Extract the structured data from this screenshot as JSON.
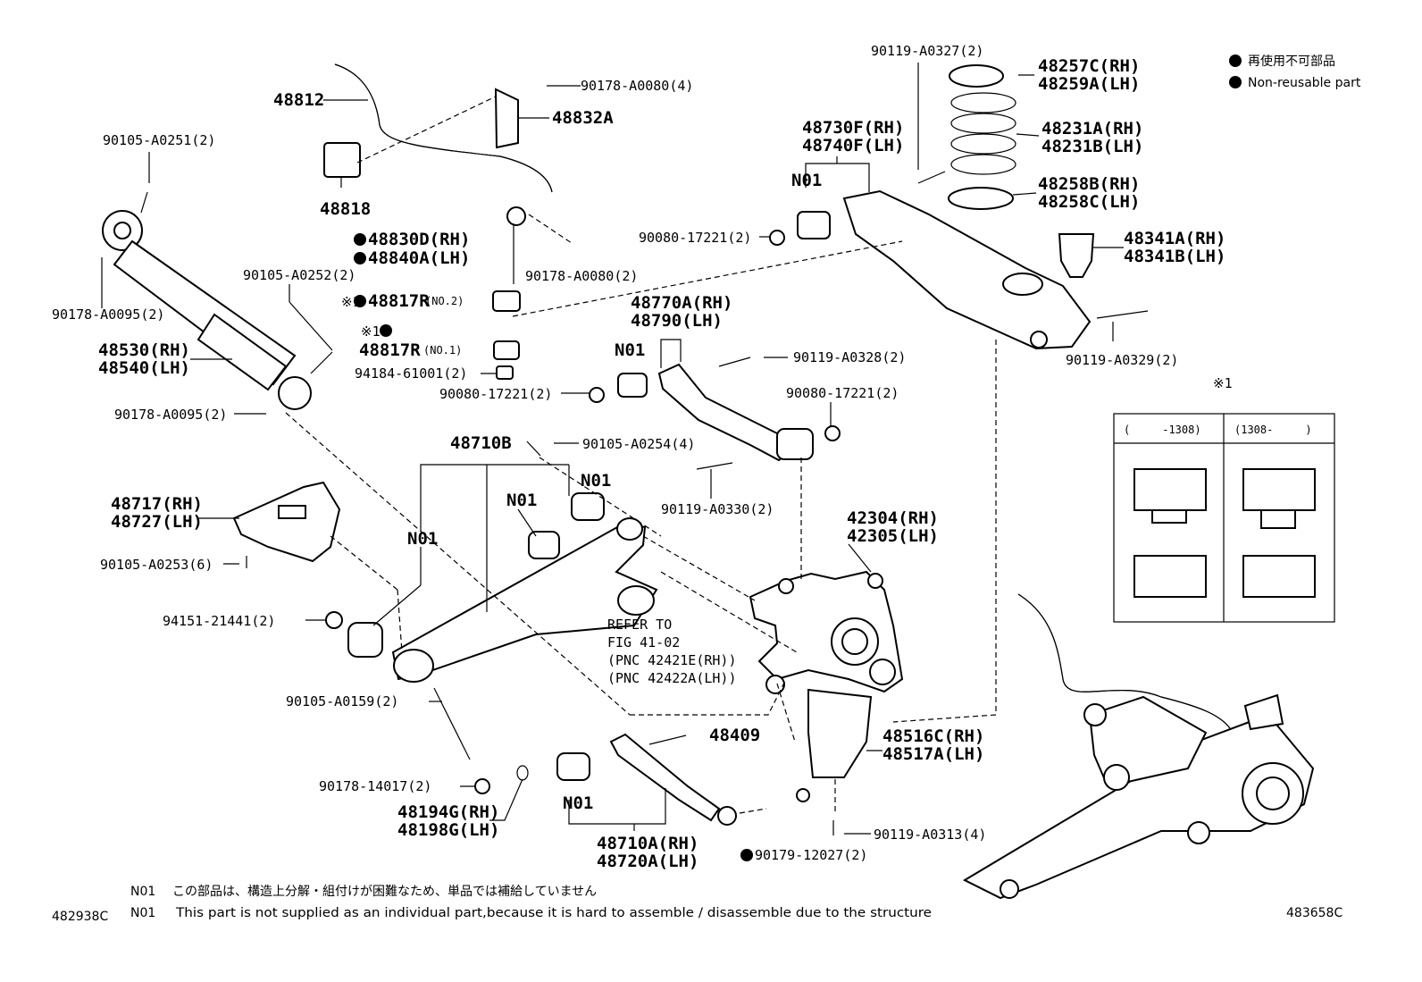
{
  "legend": {
    "jp": "再使用不可部品",
    "en": "Non-reusable part"
  },
  "parts": {
    "p90119_A0327": "90119-A0327(2)",
    "p48257C": "48257C(RH)",
    "p48259A": "48259A(LH)",
    "p48231A": "48231A(RH)",
    "p48231B": "48231B(LH)",
    "p48258B": "48258B(RH)",
    "p48258C": "48258C(LH)",
    "p48341A": "48341A(RH)",
    "p48341B": "48341B(LH)",
    "p48730F": "48730F(RH)",
    "p48740F": "48740F(LH)",
    "n01_top": "N01",
    "p90080_a": "90080-17221(2)",
    "p90119_A0329": "90119-A0329(2)",
    "p48812": "48812",
    "p90178_A0080_a": "90178-A0080(4)",
    "p48832A": "48832A",
    "p90105_A0251": "90105-A0251(2)",
    "p48818": "48818",
    "p48830D": "48830D(RH)",
    "p48840A": "48840A(LH)",
    "p90178_A0080_b": "90178-A0080(2)",
    "p90178_A0095_a": "90178-A0095(2)",
    "p90105_A0252": "90105-A0252(2)",
    "ref1": "※1",
    "p48817R_2": "48817R",
    "no2": "(NO.2)",
    "p48817R_1": "48817R",
    "no1": "(NO.1)",
    "p94184": "94184-61001(2)",
    "p90080_b": "90080-17221(2)",
    "p48530": "48530(RH)",
    "p48540": "48540(LH)",
    "p90178_A0095_b": "90178-A0095(2)",
    "p48770A": "48770A(RH)",
    "p48790": "48790(LH)",
    "n01_mid": "N01",
    "p90119_A0328": "90119-A0328(2)",
    "p90080_c": "90080-17221(2)",
    "p48710B": "48710B",
    "p90105_A0254": "90105-A0254(4)",
    "n01_a": "N01",
    "n01_b": "N01",
    "n01_c": "N01",
    "p90119_A0330": "90119-A0330(2)",
    "p48717": "48717(RH)",
    "p48727": "48727(LH)",
    "p90105_A0253": "90105-A0253(6)",
    "p42304": "42304(RH)",
    "p42305": "42305(LH)",
    "p94151": "94151-21441(2)",
    "refer1": "REFER TO",
    "refer2": "FIG 41-02",
    "refer3": "(PNC 42421E(RH))",
    "refer4": "(PNC 42422A(LH))",
    "p90105_A0159": "90105-A0159(2)",
    "p48409": "48409",
    "p48516C": "48516C(RH)",
    "p48517A": "48517A(LH)",
    "p90178_14017": "90178-14017(2)",
    "p48194G": "48194G(RH)",
    "p48198G": "48198G(LH)",
    "n01_bot": "N01",
    "p48710A": "48710A(RH)",
    "p48720A": "48720A(LH)",
    "p90119_A0313": "90119-A0313(4)",
    "p90179": "90179-12027(2)"
  },
  "inset": {
    "ref": "※1",
    "col1": "(　　　-1308)",
    "col2": "(1308-　　　)"
  },
  "footer": {
    "code": "N01",
    "jp": "この部品は、構造上分解・組付けが困難なため、単品では補給していません",
    "en": "This part is not supplied as an individual part,because it is hard to assemble / disassemble due to the structure",
    "left_id": "482938C",
    "right_id": "483658C"
  }
}
